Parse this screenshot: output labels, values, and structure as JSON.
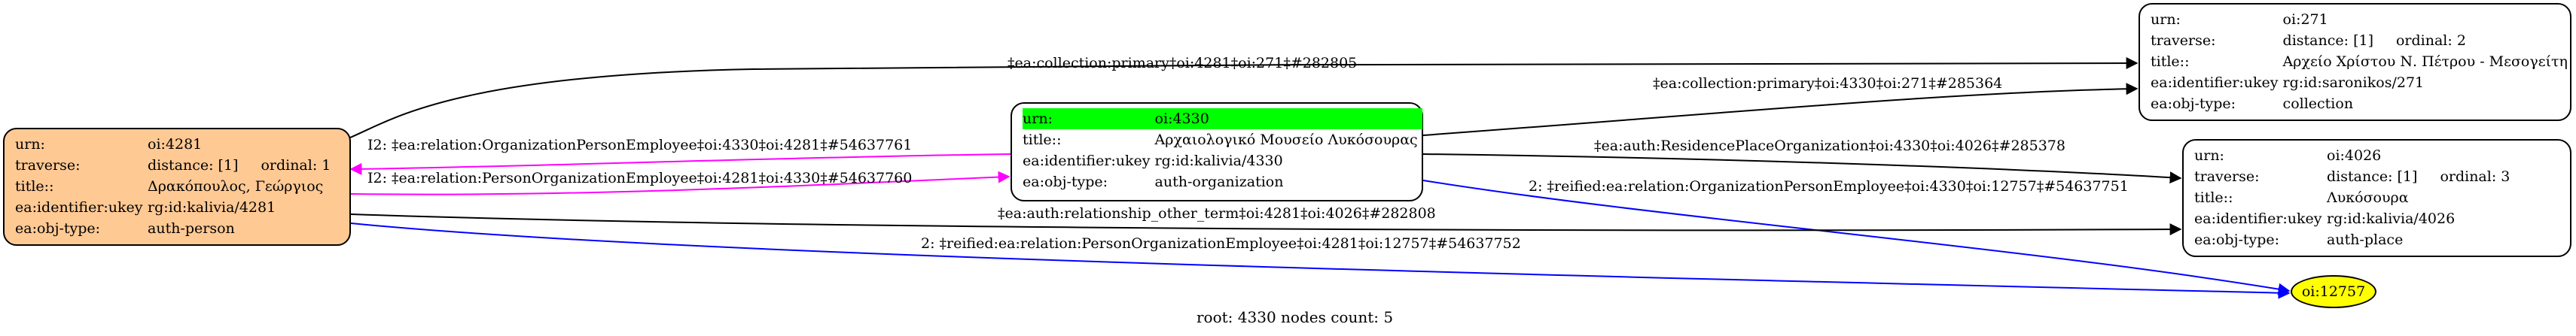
{
  "nodes": {
    "n4281": {
      "rows": [
        {
          "k": "urn:",
          "v": "oi:4281"
        },
        {
          "k": "traverse:",
          "v": "distance: [1]",
          "v2": "ordinal: 1"
        },
        {
          "k": "title::",
          "v": "Δρακόπουλος, Γεώργιος"
        },
        {
          "k": "ea:identifier:ukey",
          "v": "rg:id:kalivia/4281"
        },
        {
          "k": "ea:obj-type:",
          "v": "auth-person"
        }
      ]
    },
    "n4330": {
      "rows": [
        {
          "k": "urn:",
          "v": "oi:4330"
        },
        {
          "k": "title::",
          "v": "Αρχαιολογικό Μουσείο Λυκόσουρας"
        },
        {
          "k": "ea:identifier:ukey",
          "v": "rg:id:kalivia/4330"
        },
        {
          "k": "ea:obj-type:",
          "v": "auth-organization"
        }
      ]
    },
    "n271": {
      "rows": [
        {
          "k": "urn:",
          "v": "oi:271"
        },
        {
          "k": "traverse:",
          "v": "distance: [1]",
          "v2": "ordinal: 2"
        },
        {
          "k": "title::",
          "v": "Αρχείο Χρίστου Ν. Πέτρου - Μεσογείτη"
        },
        {
          "k": "ea:identifier:ukey",
          "v": "rg:id:saronikos/271"
        },
        {
          "k": "ea:obj-type:",
          "v": "collection"
        }
      ]
    },
    "n4026": {
      "rows": [
        {
          "k": "urn:",
          "v": "oi:4026"
        },
        {
          "k": "traverse:",
          "v": "distance: [1]",
          "v2": "ordinal: 3"
        },
        {
          "k": "title::",
          "v": "Λυκόσουρα"
        },
        {
          "k": "ea:identifier:ukey",
          "v": "rg:id:kalivia/4026"
        },
        {
          "k": "ea:obj-type:",
          "v": "auth-place"
        }
      ]
    },
    "n12757": {
      "label": "oi:12757"
    }
  },
  "edges": [
    {
      "label": "‡ea:collection:primary‡oi:4281‡oi:271‡#282805",
      "color": "#000000"
    },
    {
      "label": "‡ea:collection:primary‡oi:4330‡oi:271‡#285364",
      "color": "#000000"
    },
    {
      "label": "I2: ‡ea:relation:OrganizationPersonEmployee‡oi:4330‡oi:4281‡#54637761",
      "color": "#ff00ff"
    },
    {
      "label": "I2: ‡ea:relation:PersonOrganizationEmployee‡oi:4281‡oi:4330‡#54637760",
      "color": "#ff00ff"
    },
    {
      "label": "‡ea:auth:ResidencePlaceOrganization‡oi:4330‡oi:4026‡#285378",
      "color": "#000000"
    },
    {
      "label": "2: ‡reified:ea:relation:OrganizationPersonEmployee‡oi:4330‡oi:12757‡#54637751",
      "color": "#0000ff"
    },
    {
      "label": "‡ea:auth:relationship_other_term‡oi:4281‡oi:4026‡#282808",
      "color": "#000000"
    },
    {
      "label": "2: ‡reified:ea:relation:PersonOrganizationEmployee‡oi:4281‡oi:12757‡#54637752",
      "color": "#0000ff"
    }
  ],
  "footer": "root: 4330 nodes count: 5"
}
